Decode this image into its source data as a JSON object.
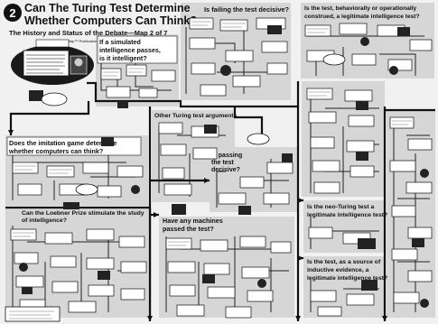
{
  "header": {
    "badge_number": "2",
    "title_line1": "Can The Turing Test Determine",
    "title_line2": "Whether Computers Can Think?",
    "subtitle": "The History and Status of the Debate—Map 2 of 7",
    "credit": "An Issue Map™ Publication"
  },
  "regions": [
    {
      "label_lines": [
        "If a simulated",
        "intelligence passes,",
        "is it intelligent?"
      ]
    },
    {
      "label_lines": [
        "Is failing the test decisive?"
      ]
    },
    {
      "label_lines": [
        "Is the test, behaviorally or operationally",
        "construed, a legitimate intelligence test?"
      ]
    },
    {
      "label_lines": [
        "Other Turing test arguments"
      ]
    },
    {
      "label_lines": [
        "Does the imitation game determine",
        "whether computers can think?"
      ]
    },
    {
      "label_lines": [
        "Is passing",
        "the test",
        "decisive?"
      ]
    },
    {
      "label_lines": [
        "Can the Loebner Prize stimulate the study",
        "of intelligence?"
      ]
    },
    {
      "label_lines": [
        "Have any machines",
        "passed the test?"
      ]
    },
    {
      "label_lines": [
        "Is the neo-Turing test a",
        "legitimate intelligence test?"
      ]
    },
    {
      "label_lines": [
        "Is the test, as a source of",
        "inductive evidence, a",
        "legitimate intelligence test?"
      ]
    }
  ],
  "colors": {
    "background": "#f1f1f1",
    "region_fill": "#d6d6d6",
    "ink": "#111111",
    "box_fill": "#ffffff",
    "dark_blob": "#1a1a1a"
  },
  "icons": [
    "portrait-icon",
    "speech-bubble-icon",
    "computer-icon",
    "figure-icon",
    "arrow-icon"
  ]
}
